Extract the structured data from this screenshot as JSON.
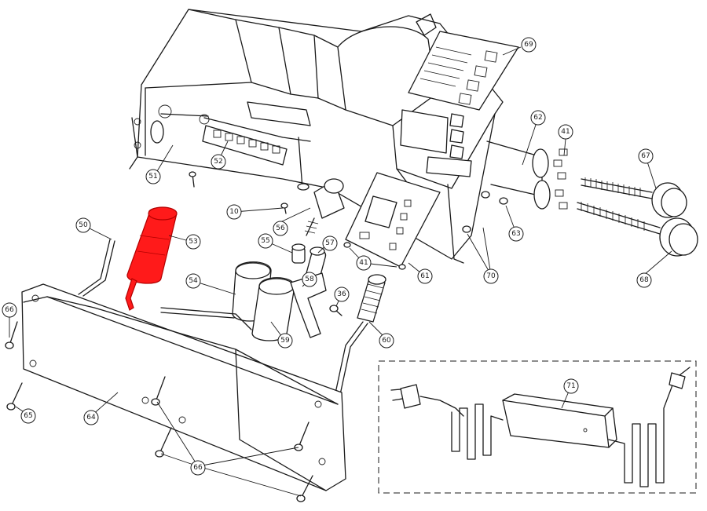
{
  "colors": {
    "line": "#1a1a1a",
    "highlight": "#ff1a1a",
    "background": "#ffffff"
  },
  "highlighted_part": "53",
  "callouts": [
    {
      "id": "c41a",
      "label": "41"
    },
    {
      "id": "c41b",
      "label": "41"
    },
    {
      "id": "c50",
      "label": "50"
    },
    {
      "id": "c51",
      "label": "51"
    },
    {
      "id": "c52",
      "label": "52"
    },
    {
      "id": "c53",
      "label": "53"
    },
    {
      "id": "c54",
      "label": "54"
    },
    {
      "id": "c55",
      "label": "55"
    },
    {
      "id": "c56",
      "label": "56"
    },
    {
      "id": "c57",
      "label": "57"
    },
    {
      "id": "c58",
      "label": "58"
    },
    {
      "id": "c59",
      "label": "59"
    },
    {
      "id": "c60",
      "label": "60"
    },
    {
      "id": "c61",
      "label": "61"
    },
    {
      "id": "c62",
      "label": "62"
    },
    {
      "id": "c63",
      "label": "63"
    },
    {
      "id": "c64",
      "label": "64"
    },
    {
      "id": "c65",
      "label": "65"
    },
    {
      "id": "c66a",
      "label": "66"
    },
    {
      "id": "c66b",
      "label": "66"
    },
    {
      "id": "c67",
      "label": "67"
    },
    {
      "id": "c68",
      "label": "68"
    },
    {
      "id": "c69",
      "label": "69"
    },
    {
      "id": "c70",
      "label": "70"
    },
    {
      "id": "c71",
      "label": "71"
    },
    {
      "id": "c10",
      "label": "10"
    },
    {
      "id": "c36",
      "label": "36"
    }
  ]
}
